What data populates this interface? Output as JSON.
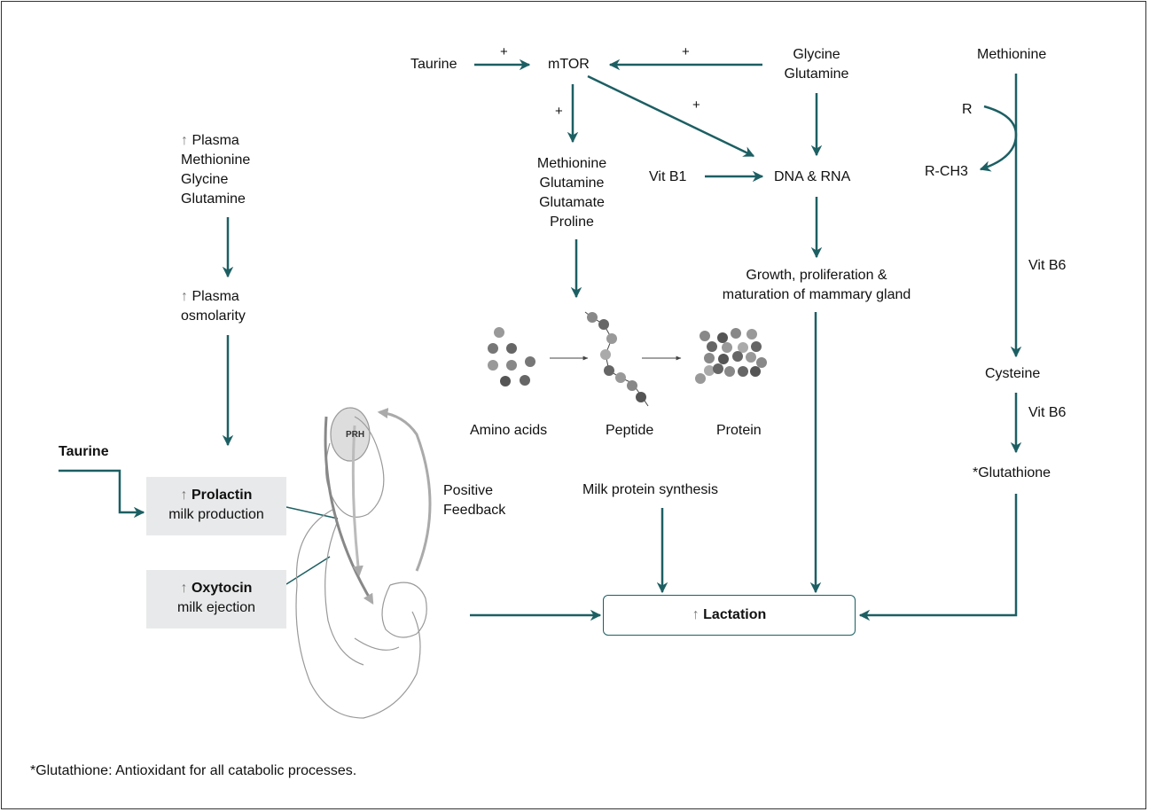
{
  "colors": {
    "arrow": "#1c5f63",
    "box_fill": "#e8e9ea",
    "illustration": "#999999"
  },
  "nodes": {
    "taurine_top": "Taurine",
    "mtor": "mTOR",
    "glycine_glutamine": [
      "Glycine",
      "Glutamine"
    ],
    "methionine_top": "Methionine",
    "r": "R",
    "r_ch3": "R-CH3",
    "plasma_aa": {
      "arrow": "↑",
      "lines": [
        "Plasma",
        "Methionine",
        "Glycine",
        "Glutamine"
      ]
    },
    "plasma_osm": {
      "arrow": "↑",
      "lines": [
        "Plasma",
        "osmolarity"
      ]
    },
    "aa_list": [
      "Methionine",
      "Glutamine",
      "Glutamate",
      "Proline"
    ],
    "vit_b1": "Vit B1",
    "dna_rna": "DNA & RNA",
    "growth": [
      "Growth, proliferation &",
      "maturation of mammary gland"
    ],
    "vit_b6_1": "Vit B6",
    "cysteine": "Cysteine",
    "vit_b6_2": "Vit B6",
    "glutathione": "*Glutathione",
    "amino_acids": "Amino acids",
    "peptide": "Peptide",
    "protein": "Protein",
    "taurine_left": "Taurine",
    "prolactin": {
      "arrow": "↑",
      "title": "Prolactin",
      "sub": "milk production"
    },
    "oxytocin": {
      "arrow": "↑",
      "title": "Oxytocin",
      "sub": "milk ejection"
    },
    "positive_feedback": [
      "Positive",
      "Feedback"
    ],
    "prh": "PRH",
    "milk_protein": "Milk protein synthesis",
    "lactation": {
      "arrow": "↑",
      "title": "Lactation"
    }
  },
  "edge_labels": {
    "plus": "+"
  },
  "footnote": "*Glutathione: Antioxidant for all catabolic processes."
}
